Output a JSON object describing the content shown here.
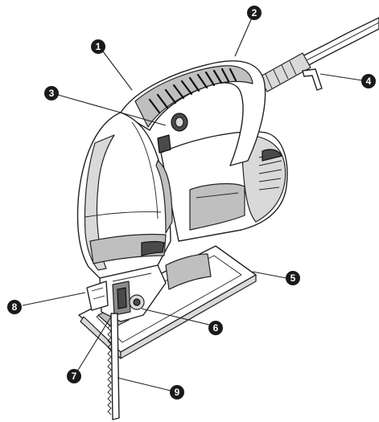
{
  "colors": {
    "background": "#ffffff",
    "line": "#222222",
    "callout_fill": "#1a1a1a",
    "callout_text": "#ffffff"
  },
  "callouts": [
    {
      "label": "1"
    },
    {
      "label": "2"
    },
    {
      "label": "3"
    },
    {
      "label": "4"
    },
    {
      "label": "5"
    },
    {
      "label": "6"
    },
    {
      "label": "7"
    },
    {
      "label": "8"
    },
    {
      "label": "9"
    }
  ]
}
